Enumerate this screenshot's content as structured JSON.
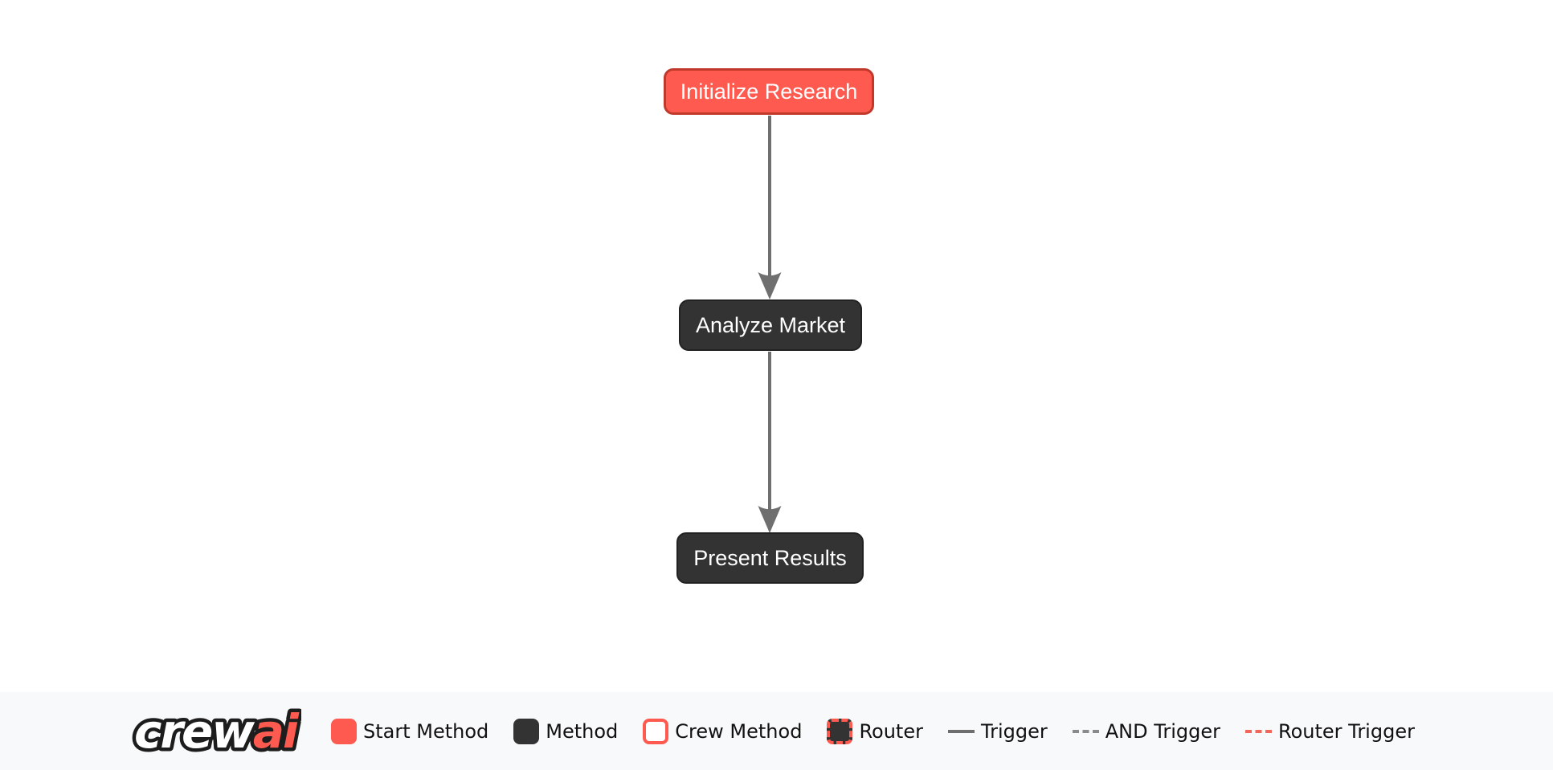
{
  "diagram": {
    "nodes": [
      {
        "label": "Initialize Research",
        "type": "start-method"
      },
      {
        "label": "Analyze Market",
        "type": "method"
      },
      {
        "label": "Present Results",
        "type": "method"
      }
    ],
    "edges": [
      {
        "from": "Initialize Research",
        "to": "Analyze Market",
        "type": "trigger"
      },
      {
        "from": "Analyze Market",
        "to": "Present Results",
        "type": "trigger"
      }
    ]
  },
  "legend": {
    "logo": {
      "crew": "crew",
      "ai": "ai"
    },
    "items": [
      {
        "label": "Start Method",
        "swatch": "start-method-swatch"
      },
      {
        "label": "Method",
        "swatch": "method-swatch"
      },
      {
        "label": "Crew Method",
        "swatch": "crew-method-swatch"
      },
      {
        "label": "Router",
        "swatch": "router-swatch"
      },
      {
        "label": "Trigger",
        "swatch": "trigger-line-swatch"
      },
      {
        "label": "AND Trigger",
        "swatch": "and-trigger-line-swatch"
      },
      {
        "label": "Router Trigger",
        "swatch": "router-trigger-line-swatch"
      }
    ]
  },
  "colors": {
    "start_fill": "#ff5a50",
    "start_border": "#c0392b",
    "method_fill": "#333333",
    "method_border": "#222222",
    "edge_color": "#6f6f6f",
    "router_trigger": "#f2675a",
    "legend_bg": "#f8f9fa"
  }
}
